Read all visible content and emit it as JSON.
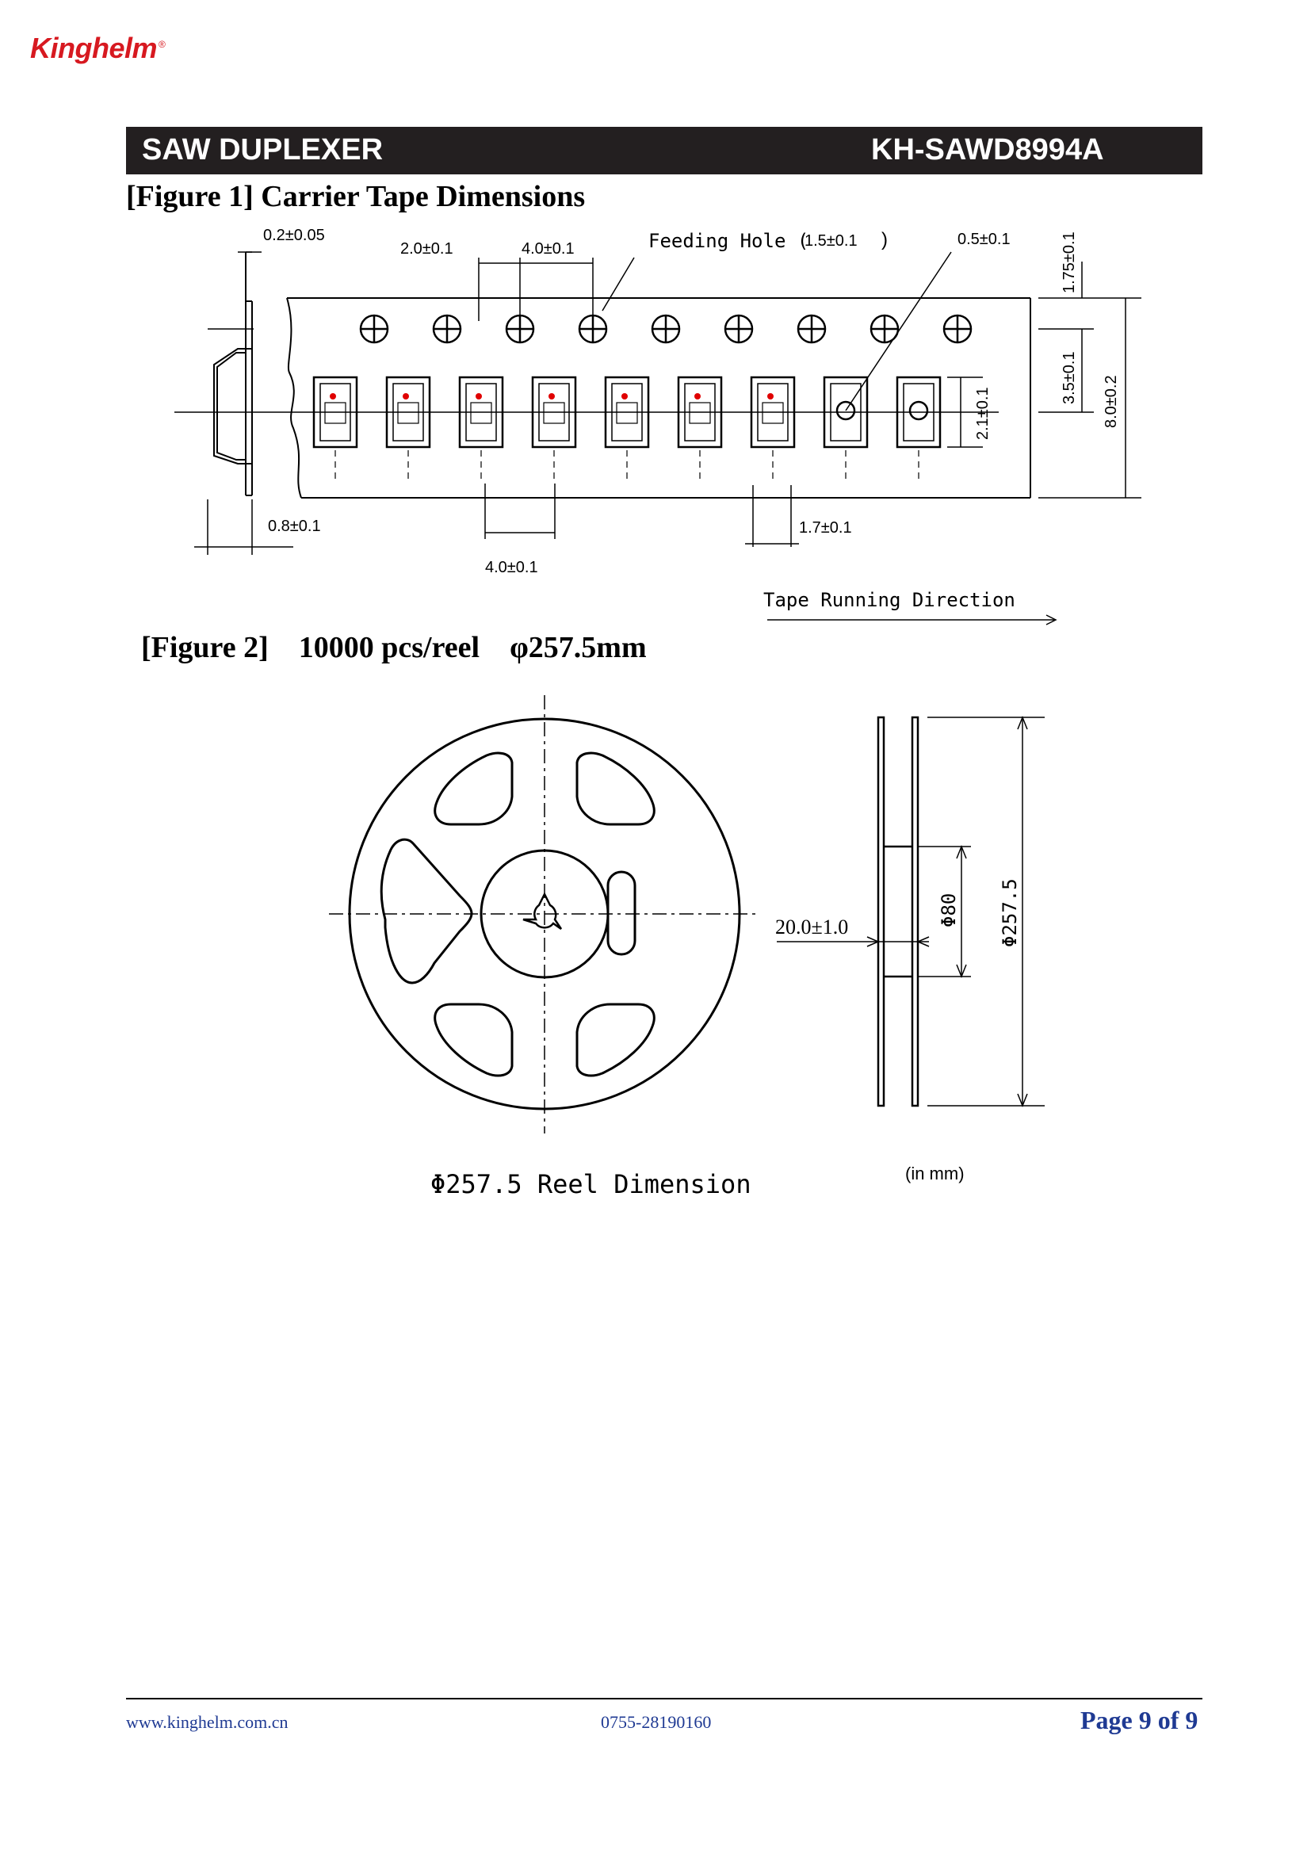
{
  "brand": {
    "logo_text": "Kinghelm",
    "registered_mark": "®"
  },
  "header": {
    "title": "SAW DUPLEXER",
    "part_number": "KH-SAWD8994A"
  },
  "figure1": {
    "title": "[Figure 1] Carrier Tape Dimensions",
    "dims": {
      "d1": "0.2±0.05",
      "d2": "2.0±0.1",
      "d3": "4.0±0.1",
      "feeding_hole_label": "Feeding Hole (",
      "feeding_hole_size": "1.5±0.1",
      "feeding_hole_close": ")",
      "d4": "0.5±0.1",
      "d5": "1.75±0.1",
      "d6": "3.5±0.1",
      "d7": "8.0±0.2",
      "d8": "2.1±0.1",
      "d9": "0.8±0.1",
      "d10": "1.7±0.1",
      "d11": "4.0±0.1"
    },
    "direction_label": "Tape Running Direction"
  },
  "figure2": {
    "title": "[Figure 2]    10000 pcs/reel    φ257.5mm",
    "width_dim": "20.0±1.0",
    "hub_dim": "Φ80",
    "outer_dim": "Φ257.5",
    "caption": "Φ257.5 Reel Dimension",
    "unit_note": "(in mm)"
  },
  "footer": {
    "website": "www.kinghelm.com.cn",
    "phone": "0755-28190160",
    "page": "Page 9 of 9"
  }
}
